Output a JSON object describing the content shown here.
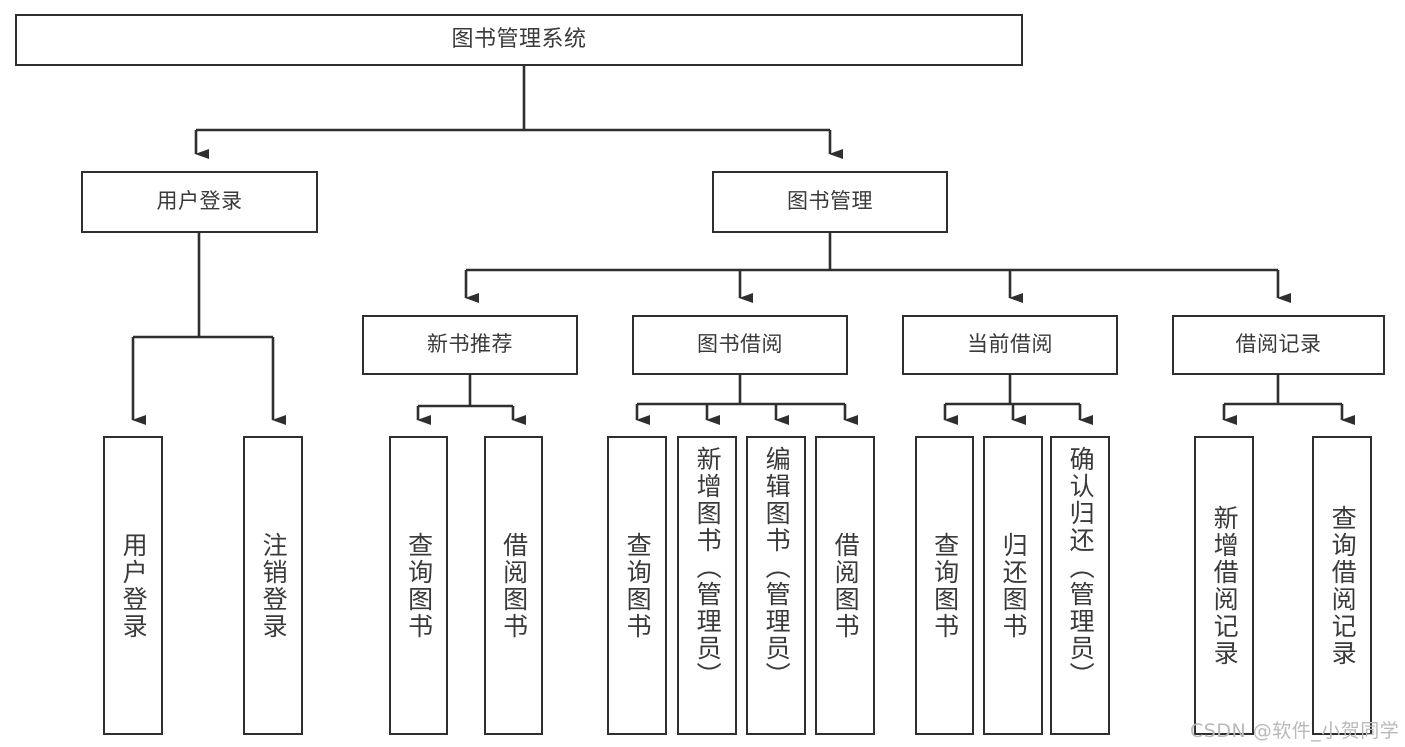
{
  "diagram": {
    "type": "hierarchy-tree",
    "title": "图书管理系统",
    "watermark": "CSDN @软件_小贺同学",
    "colors": {
      "stroke": "#2f2f2f",
      "text": "#3a3a3a",
      "background": "#ffffff",
      "watermark": "#b9b9b9"
    },
    "levels": {
      "root": {
        "label": "图书管理系统"
      },
      "level2": [
        {
          "label": "用户登录"
        },
        {
          "label": "图书管理"
        }
      ],
      "level3": [
        {
          "label": "新书推荐"
        },
        {
          "label": "图书借阅"
        },
        {
          "label": "当前借阅"
        },
        {
          "label": "借阅记录"
        }
      ],
      "leaves": {
        "user_login": [
          {
            "label": "用户登录"
          },
          {
            "label": "注销登录"
          }
        ],
        "new_book_recommend": [
          {
            "label": "查询图书"
          },
          {
            "label": "借阅图书"
          }
        ],
        "book_borrow": [
          {
            "label": "查询图书"
          },
          {
            "label": "新增图书（管理员）"
          },
          {
            "label": "编辑图书（管理员）"
          },
          {
            "label": "借阅图书"
          }
        ],
        "current_borrow": [
          {
            "label": "查询图书"
          },
          {
            "label": "归还图书"
          },
          {
            "label": "确认归还（管理员）"
          }
        ],
        "borrow_record": [
          {
            "label": "新增借阅记录"
          },
          {
            "label": "查询借阅记录"
          }
        ]
      }
    }
  }
}
